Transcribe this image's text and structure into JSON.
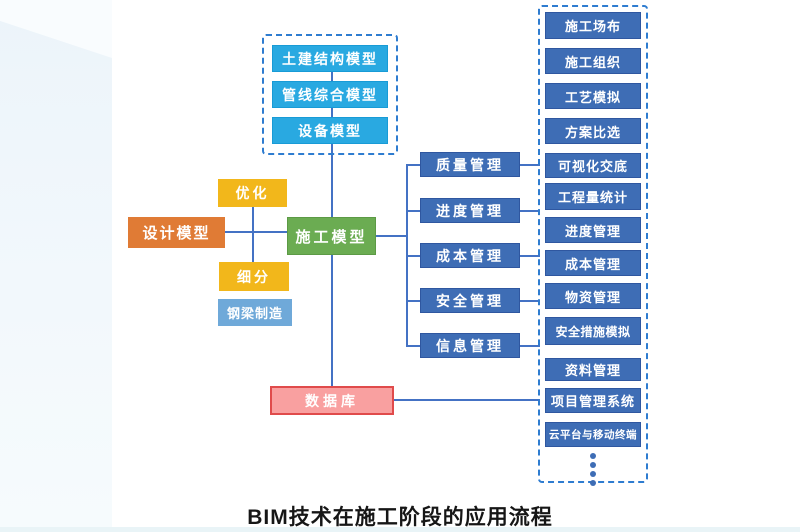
{
  "title": {
    "caption": "BIM技术在施工阶段的应用流程"
  },
  "model_group": {
    "items": [
      "土建结构模型",
      "管线综合模型",
      "设备模型"
    ]
  },
  "design_flow": {
    "design_model": "设计模型",
    "optimize": "优化",
    "refine": "细分",
    "steel_beam": "钢梁制造",
    "construction_model": "施工模型",
    "database": "数据库"
  },
  "management": {
    "items": [
      "质量管理",
      "进度管理",
      "成本管理",
      "安全管理",
      "信息管理"
    ]
  },
  "applications": {
    "items": [
      "施工场布",
      "施工组织",
      "工艺模拟",
      "方案比选",
      "可视化交底",
      "工程量统计",
      "进度管理",
      "成本管理",
      "物资管理",
      "安全措施模拟",
      "资料管理",
      "项目管理系统",
      "云平台与移动终端"
    ]
  },
  "colors": {
    "cyan_box": "#29A9E1",
    "blue_box": "#3E6DB5",
    "green_box": "#6BAC52",
    "orange_box": "#E07B35",
    "yellow_box": "#F2B71B",
    "steel_box": "#6FA9D9",
    "pink_fill": "#F9A0A0",
    "pink_border": "#E04B4B",
    "connector_line": "#4472C4",
    "dashed_border": "#2E7CD0"
  }
}
